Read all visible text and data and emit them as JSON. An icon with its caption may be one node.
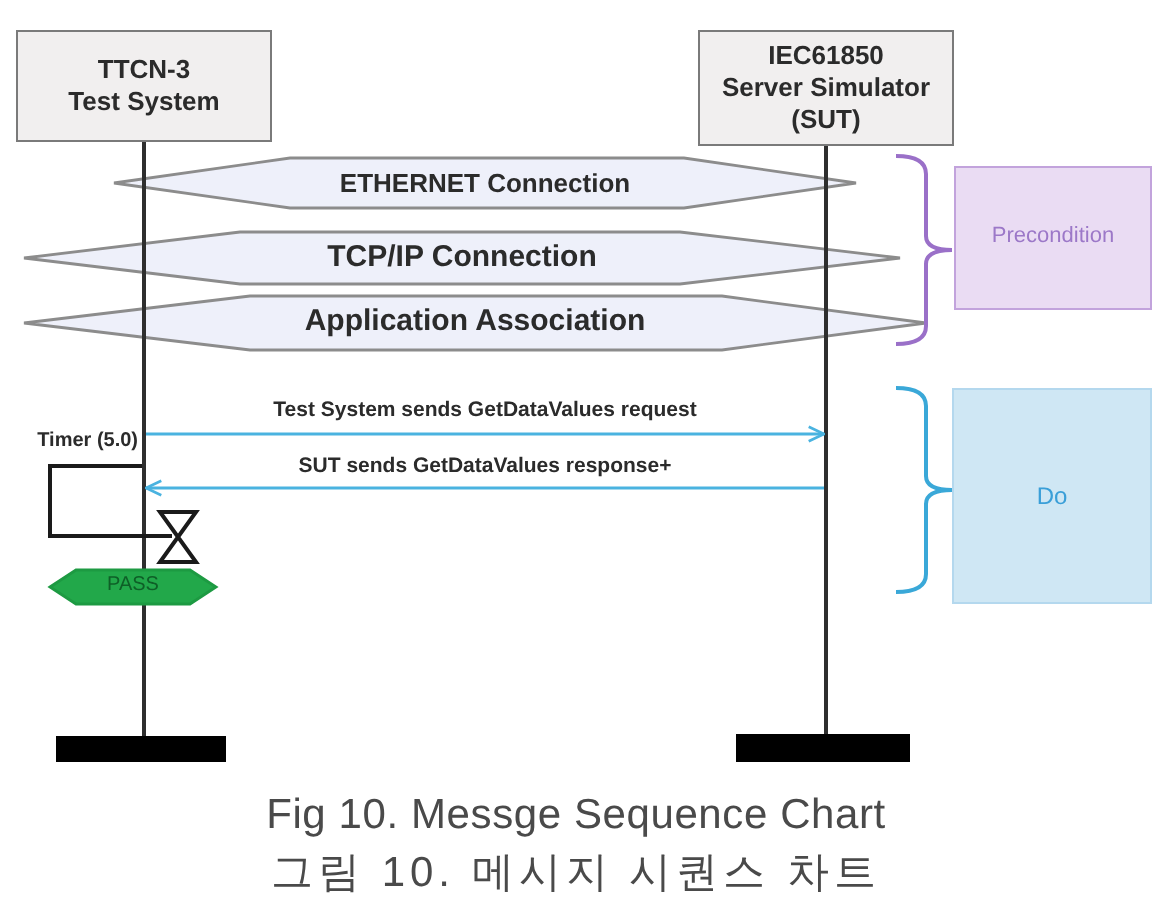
{
  "diagram": {
    "caption": "Fig 10. Messge Sequence Chart",
    "nodes": [
      {
        "text": [
          "TTCN-3 Test System"
        ]
      },
      {
        "text": [
          "IEC61850 Server Simulator (SUT)"
        ]
      },
      {
        "text": [],
        "shape": "line"
      },
      {
        "text": [],
        "shape": "line"
      },
      {
        "text": [
          "ETHERNET Connection"
        ]
      },
      {
        "text": [
          "TCP/IP Connection"
        ]
      },
      {
        "text": [
          "Application Association"
        ]
      },
      {
        "text": [
          "Precondition"
        ]
      },
      {
        "text": [
          "Do"
        ]
      },
      {
        "text": [
          "PASS"
        ]
      },
      {
        "text": [],
        "shape": "bar"
      },
      {
        "text": [],
        "shape": "bar"
      }
    ],
    "edges": [
      {
        "from": 2,
        "to": 3,
        "arrow": "to",
        "label": "Test System sends GetDataValues request",
        "color": "#4ab3e0"
      },
      {
        "from": 3,
        "to": 2,
        "arrow": "to",
        "label": "SUT sends GetDataValues response+",
        "color": "#4ab3e0"
      }
    ],
    "labels": [
      "Timer (5.0)",
      "그림 10. 메시지 시퀀스 차트"
    ]
  }
}
